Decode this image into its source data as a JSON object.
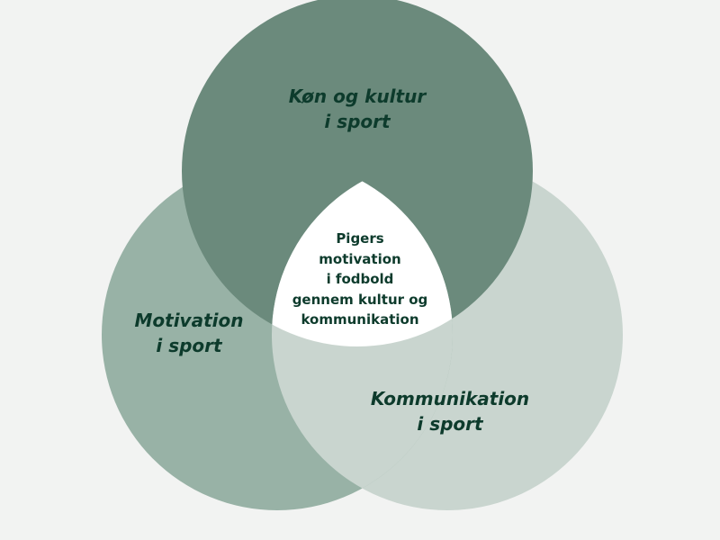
{
  "colors": {
    "background": "#f2f3f2",
    "top_circle": "#6b8a7c",
    "left_circle": "#98b2a6",
    "right_circle": "#c9d5cf",
    "center_region": "#ffffff",
    "text": "#0d3b2c"
  },
  "circles": [
    {
      "id": "top",
      "lines": [
        "Køn og kultur",
        "i sport"
      ]
    },
    {
      "id": "left",
      "lines": [
        "Motivation",
        "i sport"
      ]
    },
    {
      "id": "right",
      "lines": [
        "Kommunikation",
        "i sport"
      ]
    }
  ],
  "center": {
    "lines": [
      "Pigers",
      "motivation",
      "i fodbold",
      "gennem kultur og",
      "kommunikation"
    ]
  }
}
